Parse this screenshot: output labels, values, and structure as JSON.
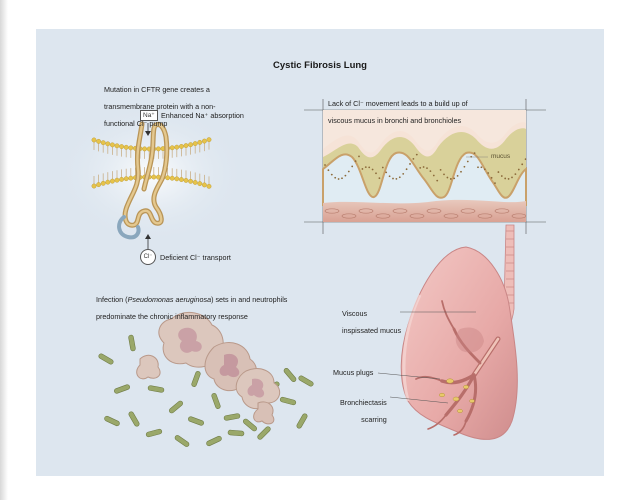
{
  "title": "Cystic Fibrosis Lung",
  "cftr": {
    "caption_lines": [
      "Mutation in CFTR gene creates a",
      "transmembrane protein with a non-",
      "functional Cl⁻ pump"
    ],
    "na_chip": "Na⁺",
    "na_label": "Enhanced Na⁺ absorption",
    "cl_chip": "Cl⁻",
    "cl_label": "Deficient Cl⁻ transport"
  },
  "mucus": {
    "caption_lines": [
      "Lack of Cl⁻ movement leads to a build up of",
      "viscous mucus in bronchi and bronchioles"
    ],
    "mucus_label": "mucus"
  },
  "infection": {
    "line1_pre": "Infection (",
    "line1_italic": "Pseudomonas aeruginosa",
    "line1_post": ") sets in and neutrophils",
    "line2": "predominate the chronic inflammatory response"
  },
  "lung": {
    "viscous_label_lines": [
      "Viscous",
      "inspissated mucus"
    ],
    "plugs_label": "Mucus plugs",
    "scarring_label_lines": [
      "Bronchiectasis",
      "scarring"
    ]
  },
  "colors": {
    "panel_bg": "#dde6ef",
    "lipid_head": "#e6c34a",
    "protein": "#c9a766",
    "mucus_fill": "#d9d29a",
    "epithelium": "#d9a79a",
    "lung_pink": "#eab4b2",
    "lung_dark": "#c98686",
    "bacteria": "#9aa86a",
    "neutrophil": "#d8c2b8"
  }
}
